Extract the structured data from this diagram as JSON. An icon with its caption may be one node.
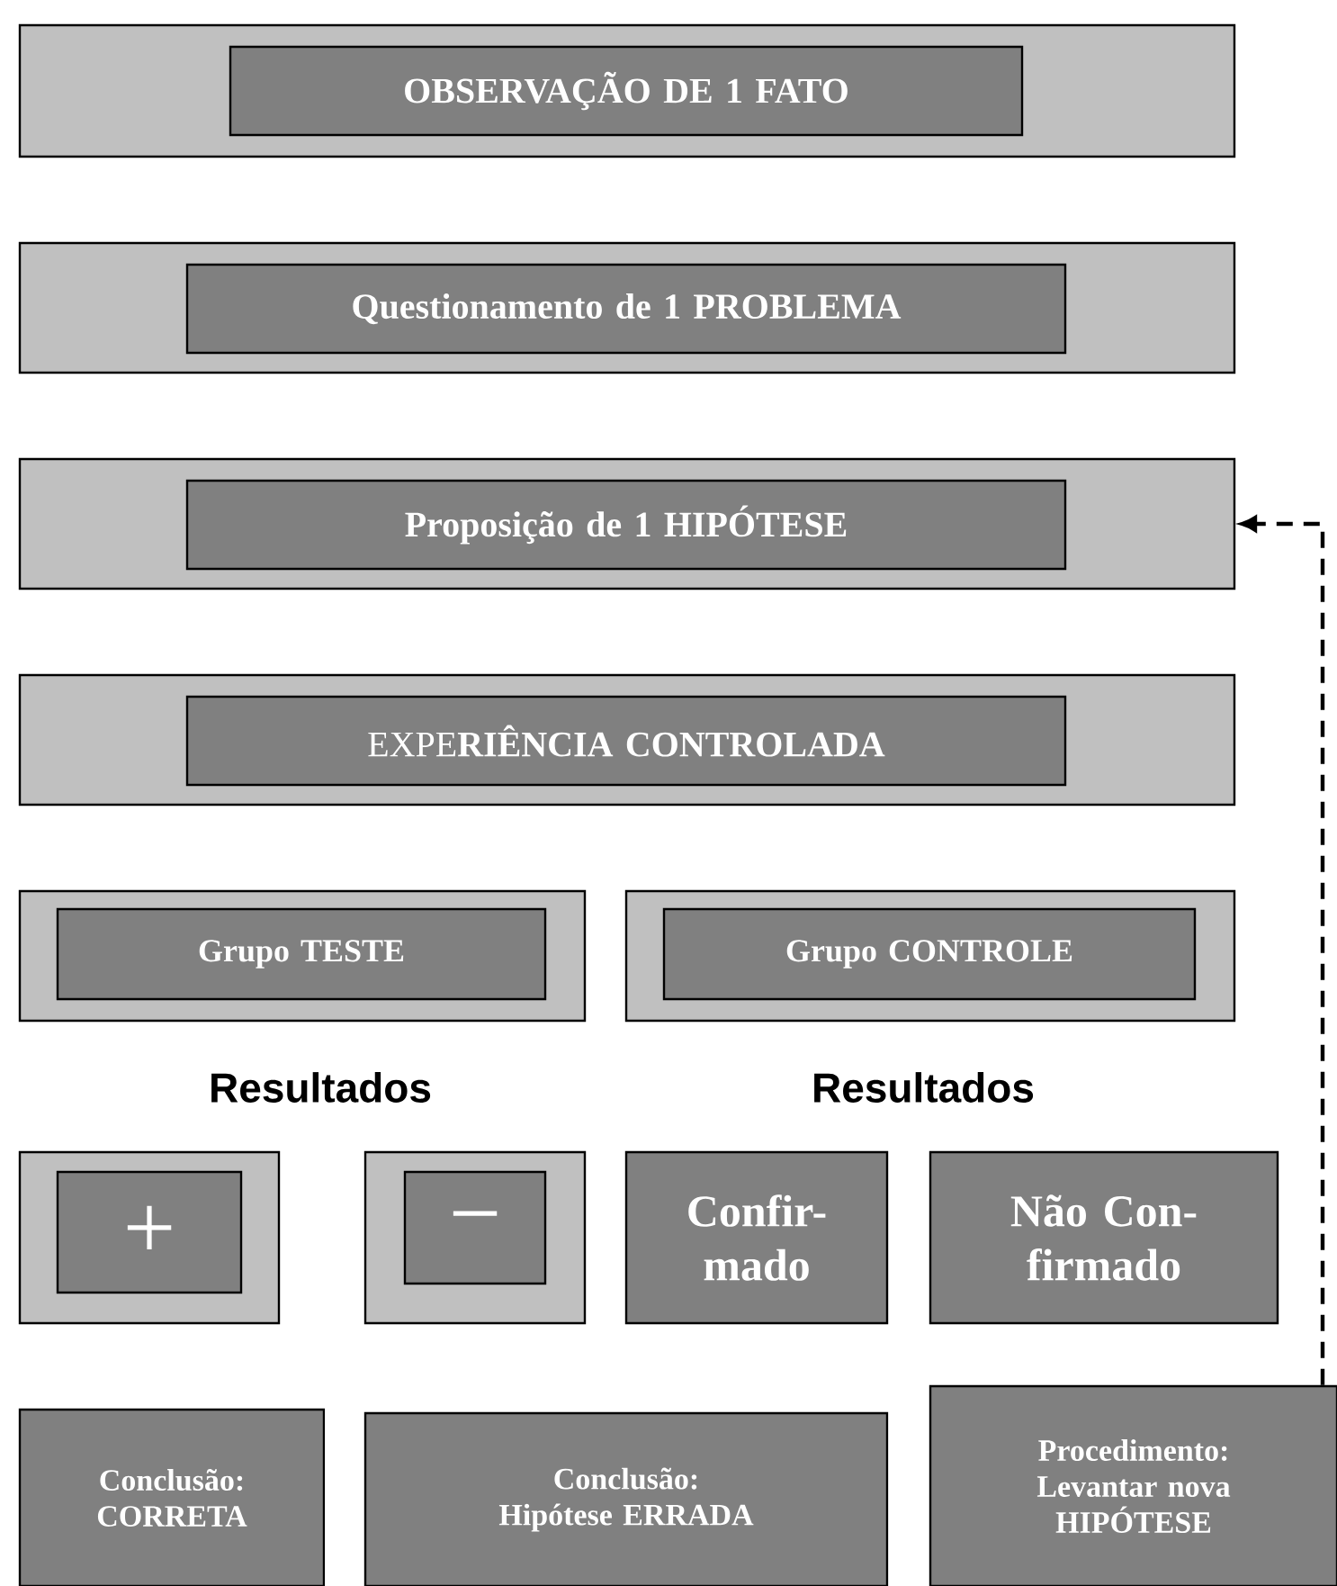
{
  "diagram": {
    "nodes": [
      {
        "text": [],
        "shape": "box"
      },
      {
        "text": [
          "OBSERVAÇÃO DE 1 FATO"
        ],
        "in": 0
      },
      {
        "text": [],
        "shape": "box"
      },
      {
        "text": [
          "Questionamento de 1 PROBLEMA"
        ],
        "in": 2
      },
      {
        "text": [],
        "shape": "box"
      },
      {
        "text": [
          "Proposição de 1 HIPÓTESE"
        ],
        "in": 4
      },
      {
        "text": [],
        "shape": "box"
      },
      {
        "text": [
          "EXPE**RIÊNCIA CONTROLADA**"
        ],
        "in": 6
      },
      {
        "text": [],
        "shape": "box"
      },
      {
        "text": [
          "Grupo TESTE"
        ],
        "in": 8
      },
      {
        "text": [],
        "shape": "box"
      },
      {
        "text": [
          "Grupo CONTROLE"
        ],
        "in": 10
      },
      {
        "text": [],
        "shape": "box"
      },
      {
        "text": [
          "+"
        ],
        "in": 12
      },
      {
        "text": [],
        "shape": "box"
      },
      {
        "text": [
          "−"
        ],
        "in": 14
      },
      {
        "text": [
          "Confir- mado"
        ]
      },
      {
        "text": [
          "Não Con- firmado"
        ]
      },
      {
        "text": [
          "Conclusão: CORRETA"
        ]
      },
      {
        "text": [
          "Conclusão: Hipótese ERRADA"
        ]
      },
      {
        "text": [
          "Procedimento: Levantar nova HIPÓTESE"
        ]
      }
    ],
    "edges": [
      {
        "from": 20,
        "to": 4,
        "arrow": "to",
        "style": "dashed"
      }
    ],
    "labels": [
      "Resultados",
      "Resultados"
    ]
  }
}
